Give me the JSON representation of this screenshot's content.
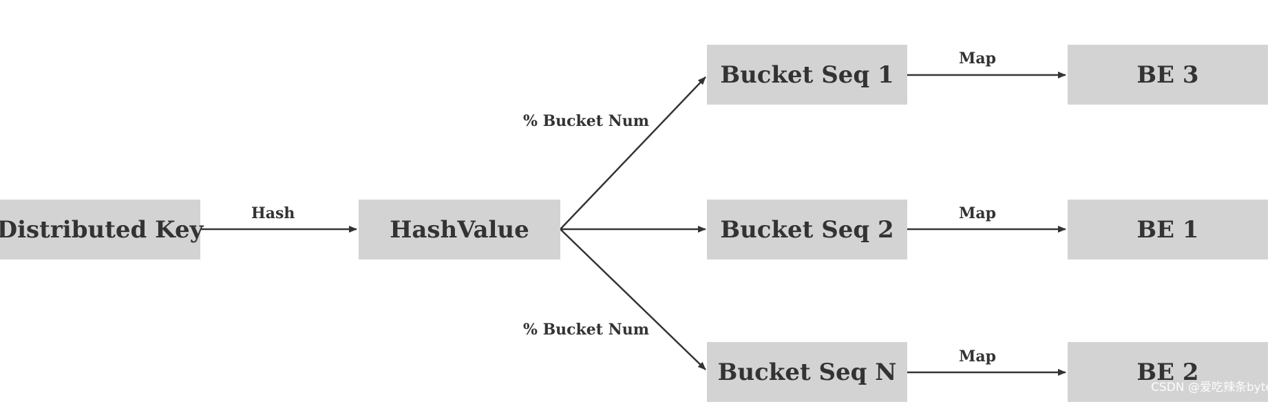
{
  "diagram": {
    "nodes": {
      "distributed_key": "Distributed Key",
      "hash_value": "HashValue",
      "bucket_seq_1": "Bucket Seq 1",
      "bucket_seq_2": "Bucket Seq 2",
      "bucket_seq_n": "Bucket Seq N",
      "be_3": "BE 3",
      "be_1": "BE 1",
      "be_2": "BE 2"
    },
    "edge_labels": {
      "hash": "Hash",
      "bucket_num_top": "% Bucket Num",
      "bucket_num_bottom": "% Bucket Num",
      "map_1": "Map",
      "map_2": "Map",
      "map_3": "Map"
    },
    "colors": {
      "node_fill": "#d3d3d3",
      "text": "#333333",
      "arrow": "#333333"
    }
  },
  "watermark": "CSDN @爱吃辣条byte"
}
